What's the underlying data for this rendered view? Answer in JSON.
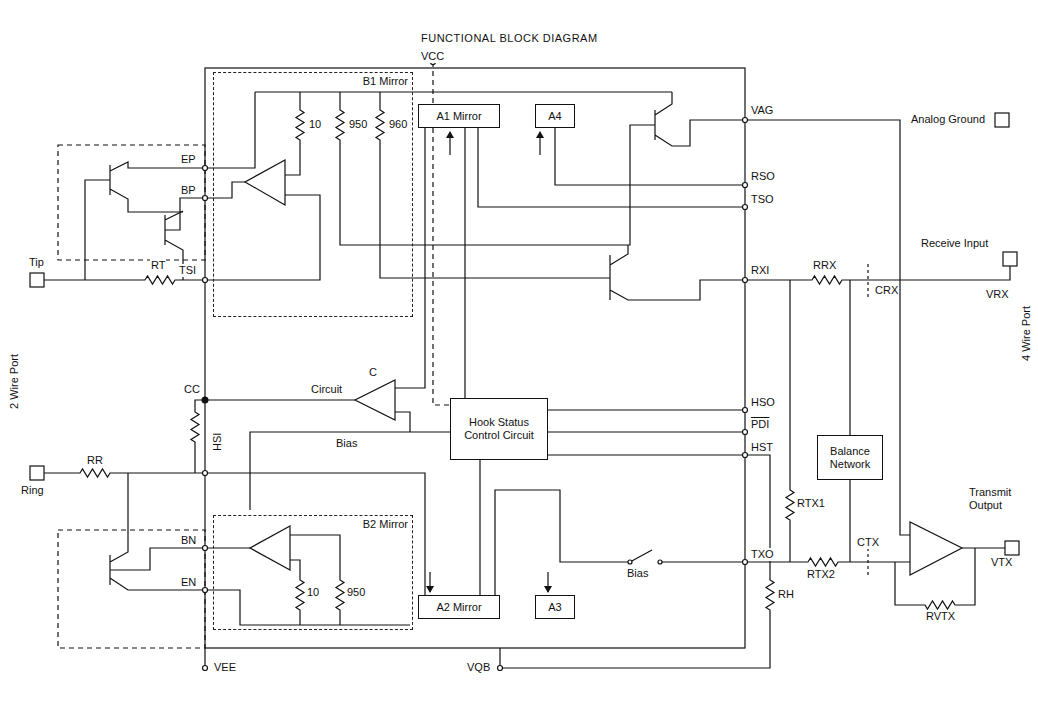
{
  "diagram": {
    "title": "FUNCTIONAL BLOCK DIAGRAM",
    "nodes": [
      {
        "text": [
          "B1 Mirror"
        ]
      },
      {
        "text": [
          "A1 Mirror"
        ]
      },
      {
        "text": [
          "A4"
        ]
      },
      {
        "text": [
          "Hook Status Control Circuit"
        ]
      },
      {
        "text": [
          "Balance Network"
        ]
      },
      {
        "text": [
          "B2 Mirror"
        ]
      },
      {
        "text": [
          "A2 Mirror"
        ]
      },
      {
        "text": [
          "A3"
        ]
      }
    ],
    "labels": [
      "VCC",
      "VAG",
      "Analog Ground",
      "EP",
      "BP",
      "10",
      "950",
      "960",
      "RSO",
      "TSO",
      "Tip",
      "RT",
      "TSI",
      "RXI",
      "RRX",
      "Receive Input",
      "VRX",
      "CRX",
      "2 Wire Port",
      "4 Wire Port",
      "CC",
      "HSI",
      "Bias",
      "HSO",
      "PDI",
      "HST",
      "Ring",
      "RR",
      "BN",
      "EN",
      "10",
      "950",
      "RTX1",
      "CTX",
      "TXO",
      "RTX2",
      "Bias",
      "RH",
      "Transmit Output",
      "VTX",
      "RVTX",
      "VEE",
      "VQB",
      "C",
      "Circuit"
    ]
  }
}
